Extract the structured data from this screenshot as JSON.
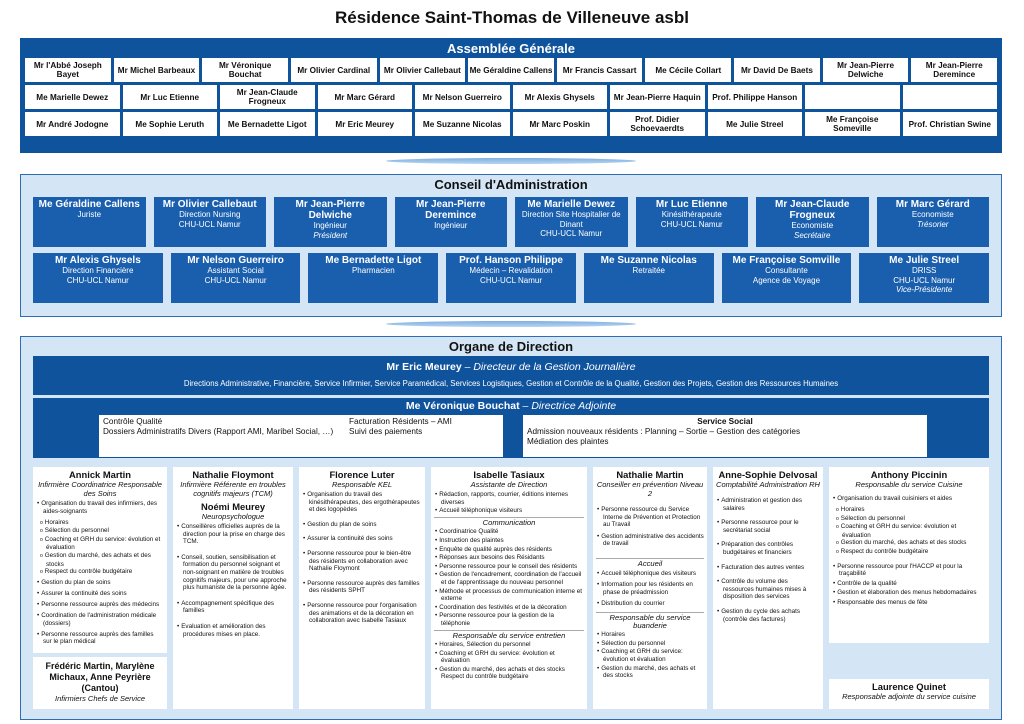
{
  "title": "Résidence Saint-Thomas de Villeneuve asbl",
  "ag": {
    "title": "Assemblée Générale",
    "rows": [
      [
        "Mr l'Abbé Joseph Bayet",
        "Mr Michel Barbeaux",
        "Mr Véronique Bouchat",
        "Mr Olivier Cardinal",
        "Mr Olivier Callebaut",
        "Me Géraldine Callens",
        "Mr Francis Cassart",
        "Me Cécile Collart",
        "Mr David De Baets",
        "Mr Jean-Pierre Delwiche",
        "Mr Jean-Pierre Deremince"
      ],
      [
        "Me Marielle Dewez",
        "Mr Luc Etienne",
        "Mr Jean-Claude Frogneux",
        "Mr Marc Gérard",
        "Mr Nelson Guerreiro",
        "Mr Alexis Ghysels",
        "Mr Jean-Pierre Haquin",
        "Prof. Philippe Hanson",
        "",
        ""
      ],
      [
        "Mr André Jodogne",
        "Me Sophie Leruth",
        "Me Bernadette Ligot",
        "Mr Eric Meurey",
        "Me Suzanne Nicolas",
        "Mr Marc Poskin",
        "Prof. Didier Schoevaerdts",
        "Me Julie Streel",
        "Me Françoise Someville",
        "Prof. Christian Swine"
      ]
    ]
  },
  "ca": {
    "title": "Conseil d'Administration",
    "rows": [
      [
        {
          "name": "Me Géraldine Callens",
          "lines": [
            "Juriste"
          ],
          "role": ""
        },
        {
          "name": "Mr Olivier Callebaut",
          "lines": [
            "Direction Nursing",
            "CHU-UCL Namur"
          ],
          "role": ""
        },
        {
          "name": "Mr Jean-Pierre Delwiche",
          "lines": [
            "Ingénieur"
          ],
          "role": "Président"
        },
        {
          "name": "Mr Jean-Pierre Deremince",
          "lines": [
            "Ingénieur"
          ],
          "role": ""
        },
        {
          "name": "Me Marielle Dewez",
          "lines": [
            "Direction Site Hospitalier de Dinant",
            "CHU-UCL Namur"
          ],
          "role": ""
        },
        {
          "name": "Mr Luc Etienne",
          "lines": [
            "Kinésithérapeute",
            "CHU-UCL Namur"
          ],
          "role": ""
        },
        {
          "name": "Mr Jean-Claude Frogneux",
          "lines": [
            "Economiste"
          ],
          "role": "Secrétaire"
        },
        {
          "name": "Mr Marc Gérard",
          "lines": [
            "Economiste"
          ],
          "role": "Trésorier"
        }
      ],
      [
        {
          "name": "Mr Alexis Ghysels",
          "lines": [
            "Direction Financière",
            "CHU-UCL Namur"
          ],
          "role": ""
        },
        {
          "name": "Mr Nelson Guerreiro",
          "lines": [
            "Assistant Social",
            "CHU-UCL Namur"
          ],
          "role": ""
        },
        {
          "name": "Me Bernadette Ligot",
          "lines": [
            "Pharmacien"
          ],
          "role": ""
        },
        {
          "name": "Prof. Hanson Philippe",
          "lines": [
            "Médecin – Revalidation",
            "CHU-UCL Namur"
          ],
          "role": ""
        },
        {
          "name": "Me Suzanne Nicolas",
          "lines": [
            "Retraitée"
          ],
          "role": ""
        },
        {
          "name": "Me Françoise Somville",
          "lines": [
            "Consultante",
            "Agence de Voyage"
          ],
          "role": ""
        },
        {
          "name": "Me Julie Streel",
          "lines": [
            "DRISS",
            "CHU-UCL Namur"
          ],
          "role": "Vice-Présidente"
        }
      ]
    ]
  },
  "od": {
    "title": "Organe de Direction",
    "director_name": "Mr Eric Meurey",
    "director_role": " – Directeur de la Gestion Journalière",
    "director_scope": "Directions Administrative, Financière, Service Infirmier, Service Paramédical, Services Logistiques, Gestion et Contrôle de la Qualité, Gestion des Projets, Gestion des Ressources Humaines",
    "adjoint_name": "Me Véronique Bouchat",
    "adjoint_role": " – Directrice Adjointe",
    "adjoint_left": [
      "Contrôle Qualité",
      "Dossiers Administratifs Divers (Rapport AMI, Maribel Social, …)"
    ],
    "adjoint_mid": [
      "Facturation Résidents – AMI",
      "Suivi des paiements"
    ],
    "social_title": "Service Social",
    "social_lines": [
      "Admission nouveaux résidents : Planning – Sortie – Gestion des catégories",
      "Médiation des plaintes"
    ]
  },
  "cols": {
    "c1": {
      "name": "Annick Martin",
      "role": "Infirmière Coordinatrice Responsable des Soins",
      "items": [
        "Organisation du travail des infirmiers, des aides-soignants"
      ],
      "subs": [
        "Horaires",
        "Sélection du personnel",
        "Coaching et GRH du service: évolution et évaluation",
        "Gestion du marché, des achats et des stocks",
        "Respect du contrôle budgétaire"
      ],
      "items2": [
        "Gestion du plan de soins",
        "Assurer la continuité des soins",
        "Personne ressource auprès des médecins",
        "Coordination de l'administration médicale (dossiers)",
        "Personne ressource auprès des familles sur le plan médical"
      ]
    },
    "c1b": {
      "name": "Frédéric Martin, Marylène Michaux, Anne Peyrière (Cantou)",
      "role": "Infirmiers Chefs de Service"
    },
    "c2": {
      "name": "Nathalie Floymont",
      "role": "Infirmière Référente en troubles cognitifs majeurs (TCM)",
      "name2": "Noémi Meurey",
      "role2": "Neuropsychologue",
      "items": [
        "Conseillères officielles auprès de la direction pour la prise en charge des TCM.",
        "Conseil, soutien, sensibilisation et formation du personnel soignant et non-soignant en matière de troubles cognitifs majeurs, pour une approche plus humaniste de la personne âgée.",
        "Accompagnement spécifique des familles",
        "Evaluation et amélioration des procédures mises en place."
      ]
    },
    "c3": {
      "name": "Florence Luter",
      "role": "Responsable KEL",
      "items": [
        "Organisation du travail des kinésithérapeutes, des ergothérapeutes et des logopèdes",
        "Gestion du plan de soins",
        "Assurer la continuité des soins",
        "Personne ressource pour le bien-être des résidents en collaboration avec Nathalie Floymont",
        "Personne ressource auprès des familles des résidents SPHT",
        "Personne ressource pour l'organisation des animations et de la décoration en collaboration avec Isabelle Tasiaux"
      ]
    },
    "c4": {
      "name": "Isabelle Tasiaux",
      "role": "Assistante de Direction",
      "items": [
        "Rédaction, rapports, courrier, éditions internes diverses",
        "Accueil téléphonique visiteurs"
      ],
      "sub1": "Communication",
      "items2": [
        "Coordinatrice Qualité",
        "Instruction des plaintes",
        "Enquête de qualité auprès des résidents",
        "Réponses aux besoins des Résidants",
        "Personne ressource pour le conseil des résidents",
        "Gestion de l'encadrement, coordination de l'accueil et de l'apprentissage du nouveau personnel",
        "Méthode et processus de communication interne et externe",
        "Coordination des festivités et de la décoration",
        "Personne ressource pour la gestion de la téléphonie"
      ],
      "sub2": "Responsable du service entretien",
      "items3": [
        "Horaires, Sélection du personnel",
        "Coaching et GRH du service: évolution et évaluation",
        "Gestion du marché, des achats et des stocks Respect du contrôle budgétaire"
      ]
    },
    "c5": {
      "name": "Nathalie Martin",
      "role": "Conseiller en prévention Niveau 2",
      "items": [
        "Personne ressource du Service Interne de Prévention et Protection au Travail",
        "Gestion administrative des accidents de travail"
      ],
      "sub1": "Accueil",
      "items2": [
        "Accueil téléphonique des visiteurs",
        "Information pour les résidents en phase de préadmission",
        "Distribution du courrier"
      ],
      "sub2": "Responsable du service buanderie",
      "items3": [
        "Horaires",
        "Sélection du personnel",
        "Coaching et GRH du service: évolution et évaluation",
        "Gestion du marché, des achats et des stocks"
      ]
    },
    "c6": {
      "name": "Anne-Sophie Delvosal",
      "role": "Comptabilité Administration RH",
      "items": [
        "Administration et gestion des salaires",
        "Personne ressource pour le secrétariat social",
        "Préparation des contrôles budgétaires et financiers",
        "Facturation des autres ventes",
        "Contrôle du volume des ressources humaines mises à disposition des services",
        "Gestion du cycle des achats (contrôle des factures)"
      ]
    },
    "c7": {
      "name": "Anthony Piccinin",
      "role": "Responsable du service Cuisine",
      "items": [
        "Organisation du travail cuisiniers et aides"
      ],
      "subs": [
        "Horaires",
        "Sélection du personnel",
        "Coaching et GRH du service: évolution et évaluation",
        "Gestion du marché, des achats et des stocks",
        "Respect du contrôle budgétaire"
      ],
      "items2": [
        "Personne ressource pour l'HACCP et pour la traçabilité",
        "Contrôle de la qualité",
        "Gestion et élaboration des menus hebdomadaires",
        "Responsable des menus de fête"
      ]
    },
    "c7b": {
      "name": "Laurence Quinet",
      "role": "Responsable adjointe du service cuisine"
    }
  }
}
